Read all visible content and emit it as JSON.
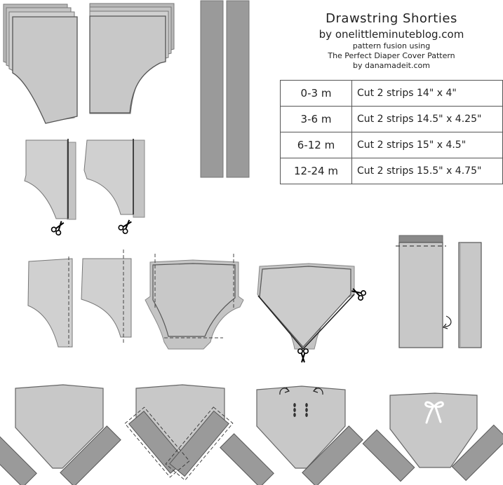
{
  "header": {
    "title": "Drawstring Shorties",
    "byline": "by onelittleminuteblog.com",
    "note1": "pattern fusion using",
    "note2": "The Perfect Diaper Cover Pattern",
    "note3": "by danamadeit.com"
  },
  "sizes": [
    {
      "size": "0-3 m",
      "cut": "Cut 2 strips 14\" x 4\""
    },
    {
      "size": "3-6 m",
      "cut": "Cut 2 strips 14.5\" x 4.25\""
    },
    {
      "size": "6-12 m",
      "cut": "Cut 2 strips 15\" x 4.5\""
    },
    {
      "size": "12-24 m",
      "cut": "Cut 2 strips 15.5\" x 4.75\""
    }
  ],
  "colors": {
    "fabric": "#c8c8c8",
    "fabric_light": "#d6d6d6",
    "strip": "#999999",
    "outline": "#555555"
  }
}
